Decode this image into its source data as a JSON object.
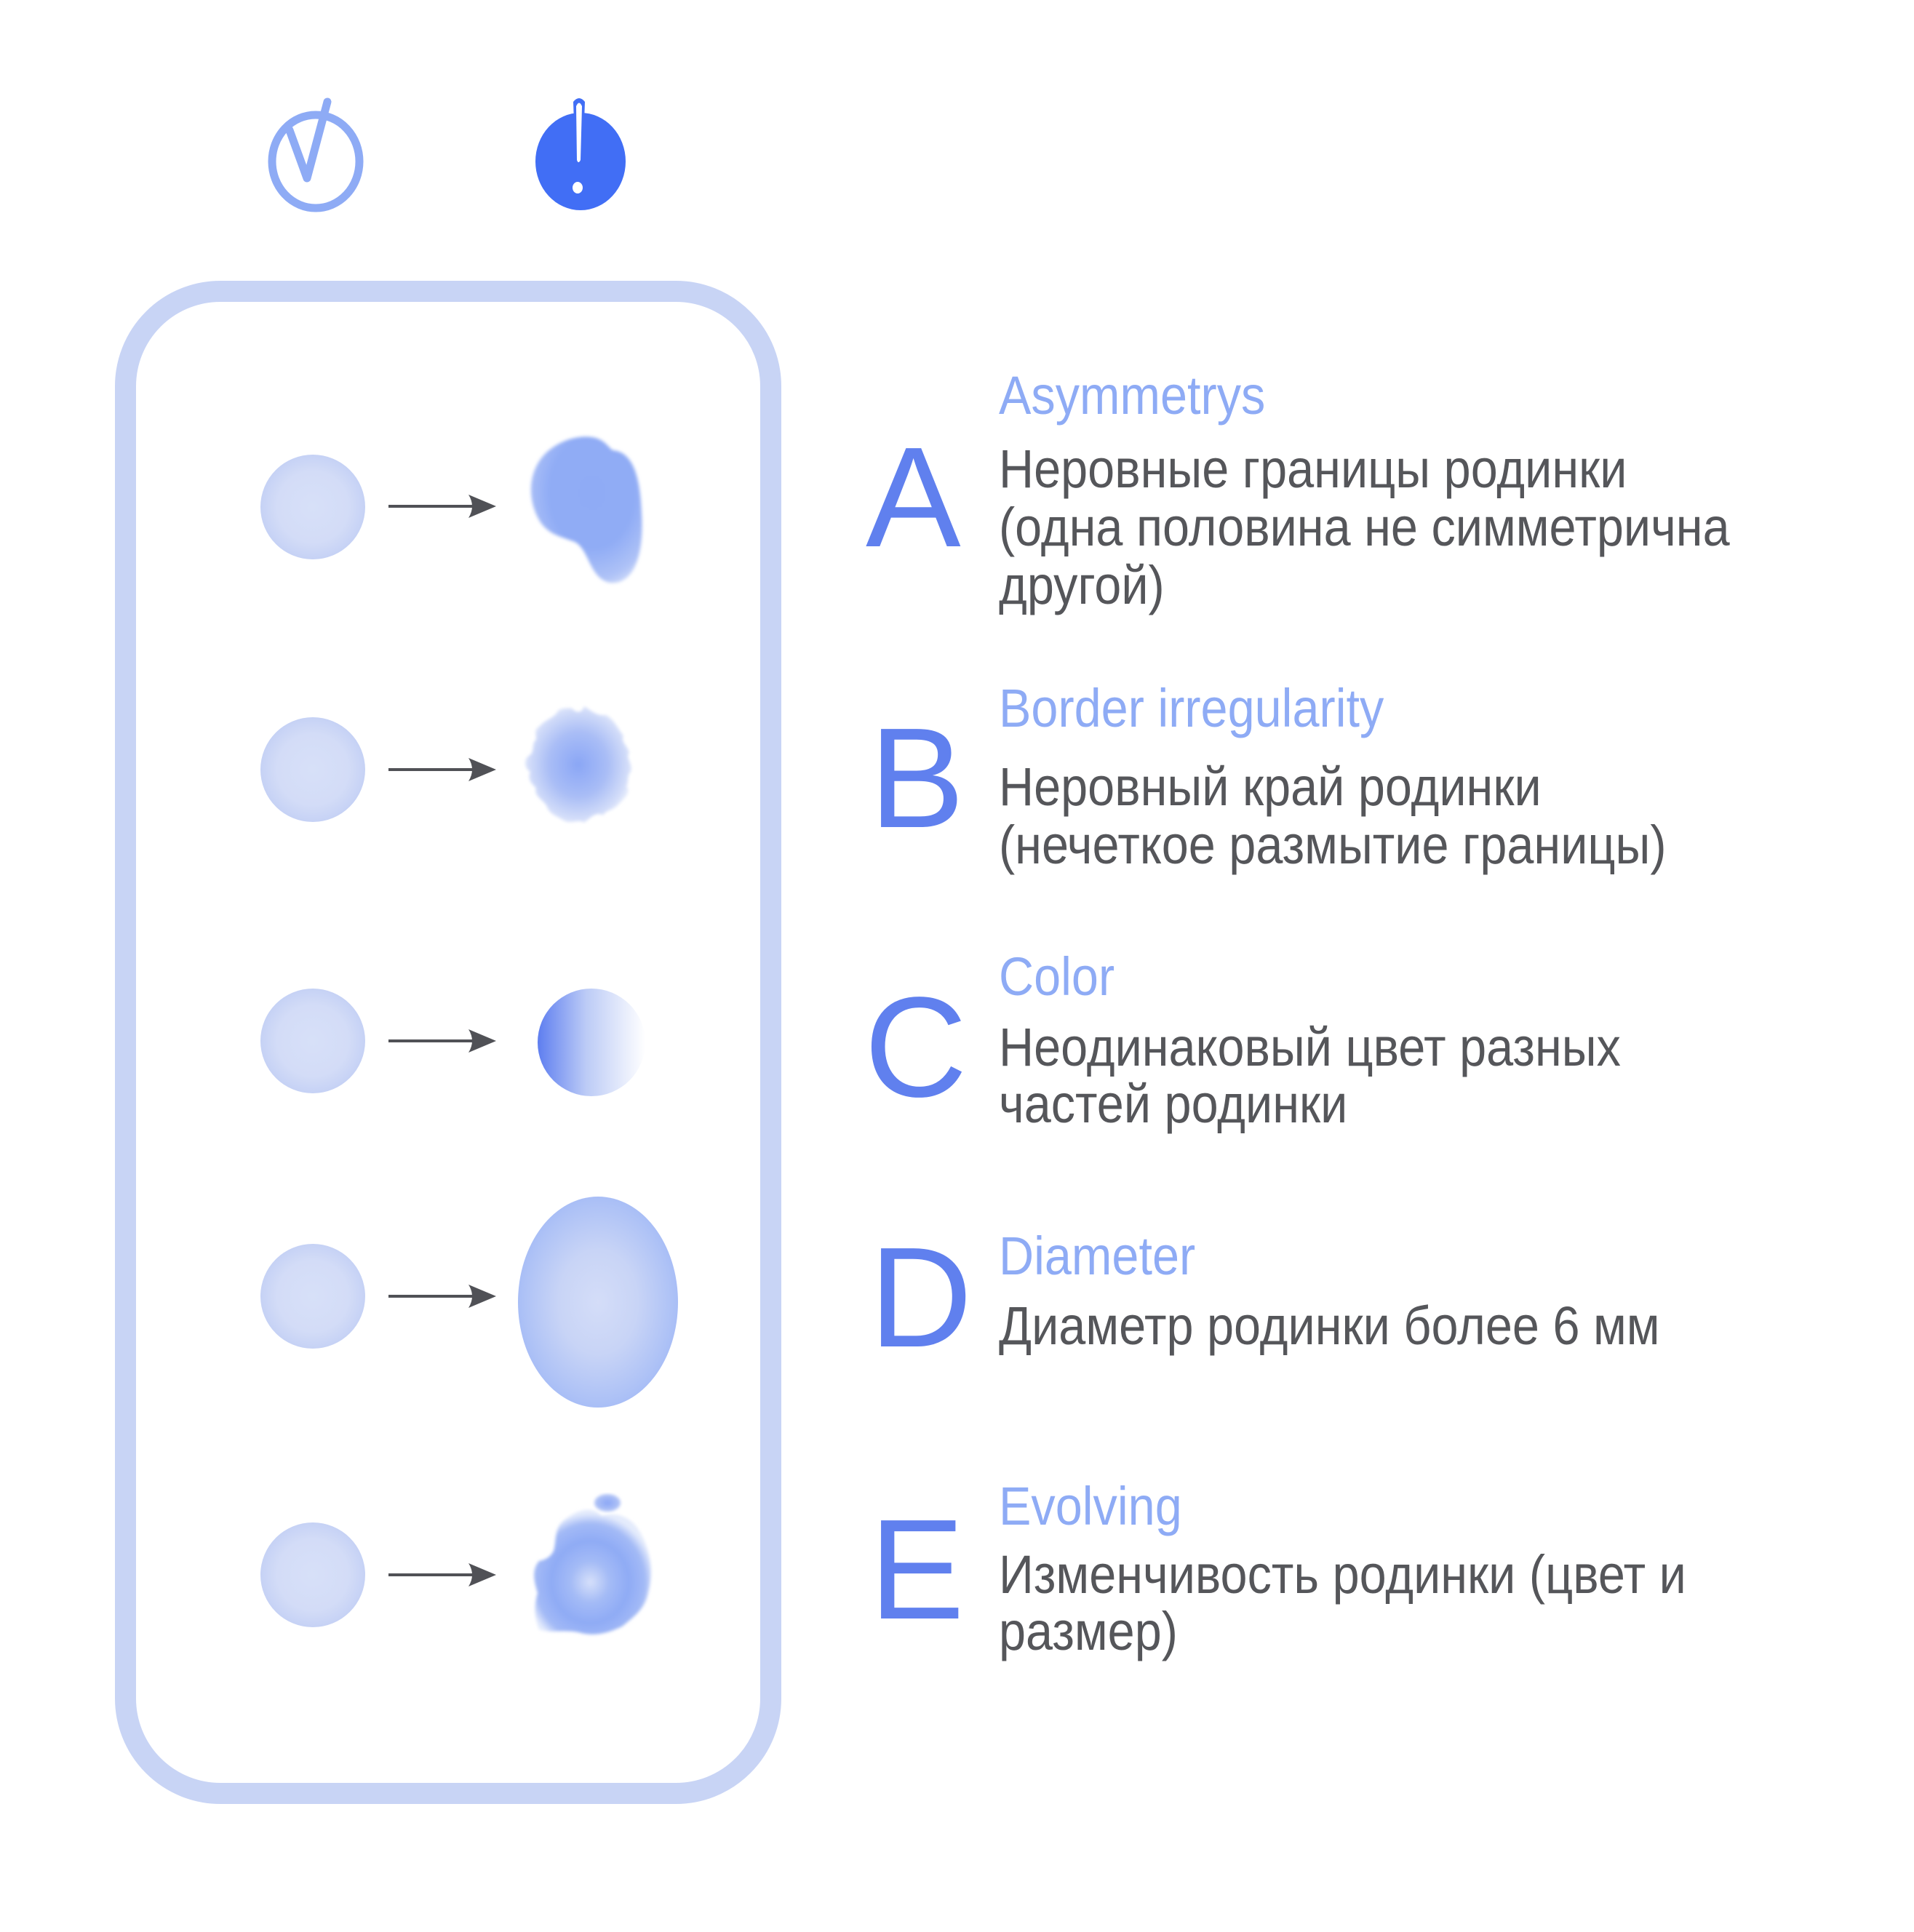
{
  "header": {
    "normal_icon": "check-circle-icon",
    "warning_icon": "exclamation-circle-icon"
  },
  "colors": {
    "frame": "#c8d4f5",
    "letter": "#6080ee",
    "title": "#8eabf5",
    "body_text": "#55565a",
    "normal_icon": "#8eabf5",
    "warning_icon": "#416ef5",
    "arrow": "#505156"
  },
  "criteria": [
    {
      "letter": "A",
      "title": "Asymmetrys",
      "lines": [
        "Неровные границы родинки",
        "(одна половина не симметрична",
        "другой)"
      ],
      "mole_shape": "asymmetric-blob"
    },
    {
      "letter": "B",
      "title": "Border irregularity",
      "lines": [
        "Неровный край родинки",
        "(нечеткое размытие границы)"
      ],
      "mole_shape": "jagged-border"
    },
    {
      "letter": "C",
      "title": "Color",
      "lines": [
        "Неодинаковый цвет разных",
        "частей родинки"
      ],
      "mole_shape": "two-tone-gradient"
    },
    {
      "letter": "D",
      "title": "Diameter",
      "lines": [
        "Диаметр родинки более 6 мм"
      ],
      "mole_shape": "large-oval"
    },
    {
      "letter": "E",
      "title": "Evolving",
      "lines": [
        "Изменчивость родинки (цвет и",
        "размер)"
      ],
      "mole_shape": "changing-blob"
    }
  ]
}
